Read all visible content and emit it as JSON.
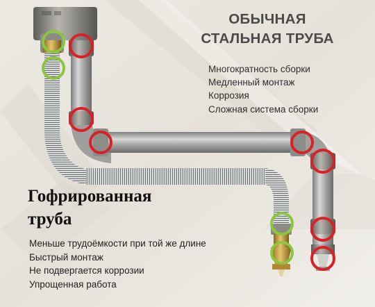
{
  "steel_pipe": {
    "title_lines": [
      "ОБЫЧНАЯ",
      "СТАЛЬНАЯ ТРУБА"
    ],
    "features": [
      "Многократность сборки",
      "Медленный монтаж",
      "Коррозия",
      "Сложная система сборки"
    ]
  },
  "corrugated_pipe": {
    "title_lines": [
      "Гофрированная",
      "труба"
    ],
    "features": [
      "Меньше трудоёмкости при той же длине",
      "Быстрый монтаж",
      "Не подвергается коррозии",
      "Упрощенная работа"
    ]
  },
  "markers": {
    "good_color": "#8cc63f",
    "bad_color": "#d92128"
  }
}
